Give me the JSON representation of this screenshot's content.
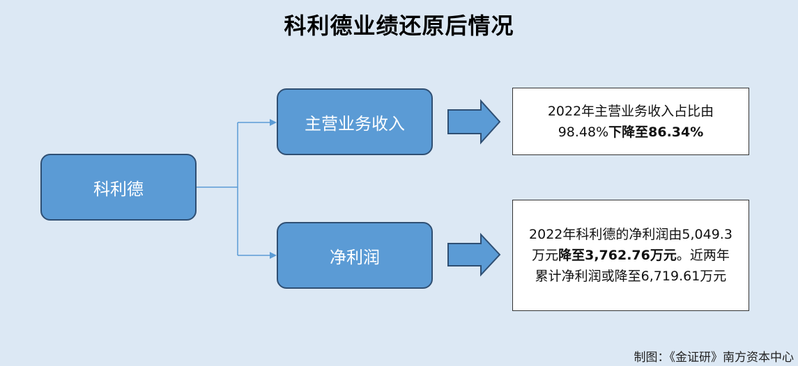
{
  "title": "科利德业绩还原后情况",
  "nodes": {
    "root": "科利德",
    "revenue": "主营业务收入",
    "profit": "净利润"
  },
  "info": {
    "revenue": {
      "line1": "2022年主营业务收入占比由",
      "line2_prefix": "98.48%",
      "line2_bold": "下降至86.34%"
    },
    "profit": {
      "line1": "2022年科利德的净利润由5,049.3",
      "line2_prefix": "万元",
      "line2_bold": "降至3,762.76万元",
      "line2_suffix": "。近两年",
      "line3": "累计净利润或降至6,719.61万元"
    }
  },
  "credit": "制图：《金证研》南方资本中心",
  "colors": {
    "background": "#dce8f4",
    "node_fill": "#5b9bd5",
    "node_border": "#2f4f73",
    "connector": "#5b9bd5"
  }
}
